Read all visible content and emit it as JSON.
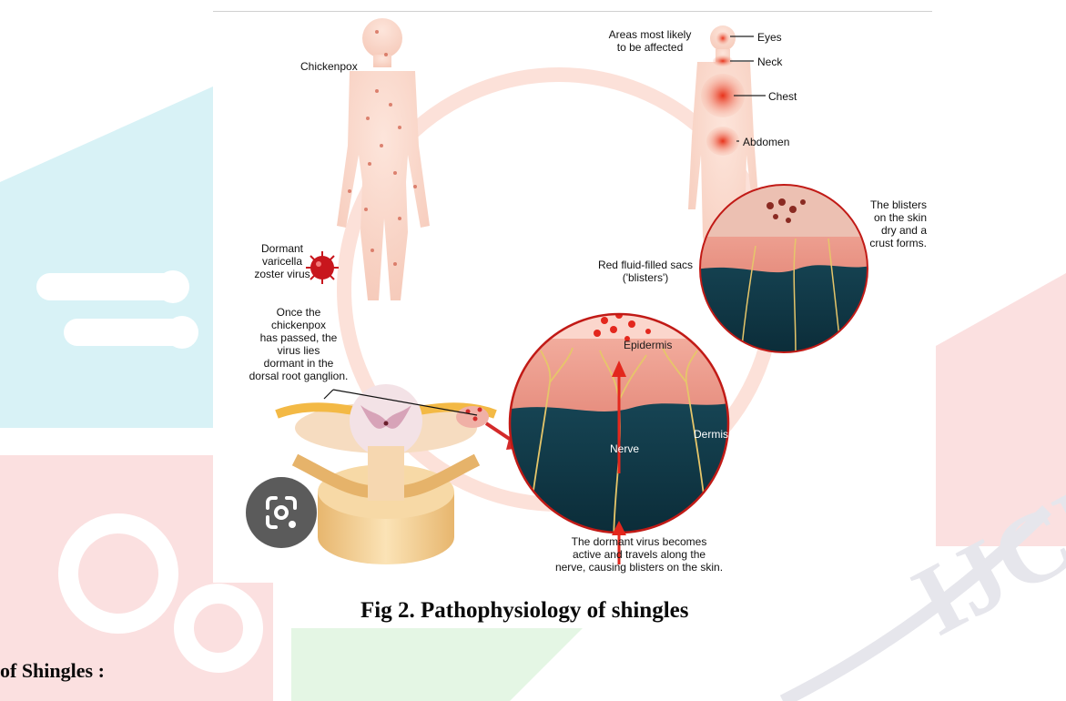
{
  "figure": {
    "labels": {
      "chickenpox": "Chickenpox",
      "areas_affected": "Areas most likely\nto be affected",
      "eyes": "Eyes",
      "neck": "Neck",
      "chest": "Chest",
      "abdomen": "Abdomen",
      "dormant_virus": "Dormant\nvaricella\nzoster virus",
      "once_passed": "Once the\nchickenpox\nhas passed, the\nvirus lies\ndormant in the\ndorsal root ganglion.",
      "red_sacs": "Red fluid-filled sacs\n('blisters')",
      "epidermis": "Epidermis",
      "dermis": "Dermis",
      "nerve": "Nerve",
      "blisters_dry": "The blisters\non the skin\ndry and a\ncrust forms.",
      "virus_active": "The dormant virus becomes\nactive and travels along the\nnerve, causing blisters on the skin."
    },
    "caption": "Fig 2.  Pathophysiology of shingles"
  },
  "section_heading": "of Shingles :",
  "watermark": {
    "text": "IJCRT",
    "colors": {
      "blue": "#d8f2f6",
      "red": "#fbe0e0",
      "green": "#e4f6e4",
      "grey": "#e6e6ec"
    }
  },
  "lens_button": {
    "icon": "lens-camera-icon"
  }
}
